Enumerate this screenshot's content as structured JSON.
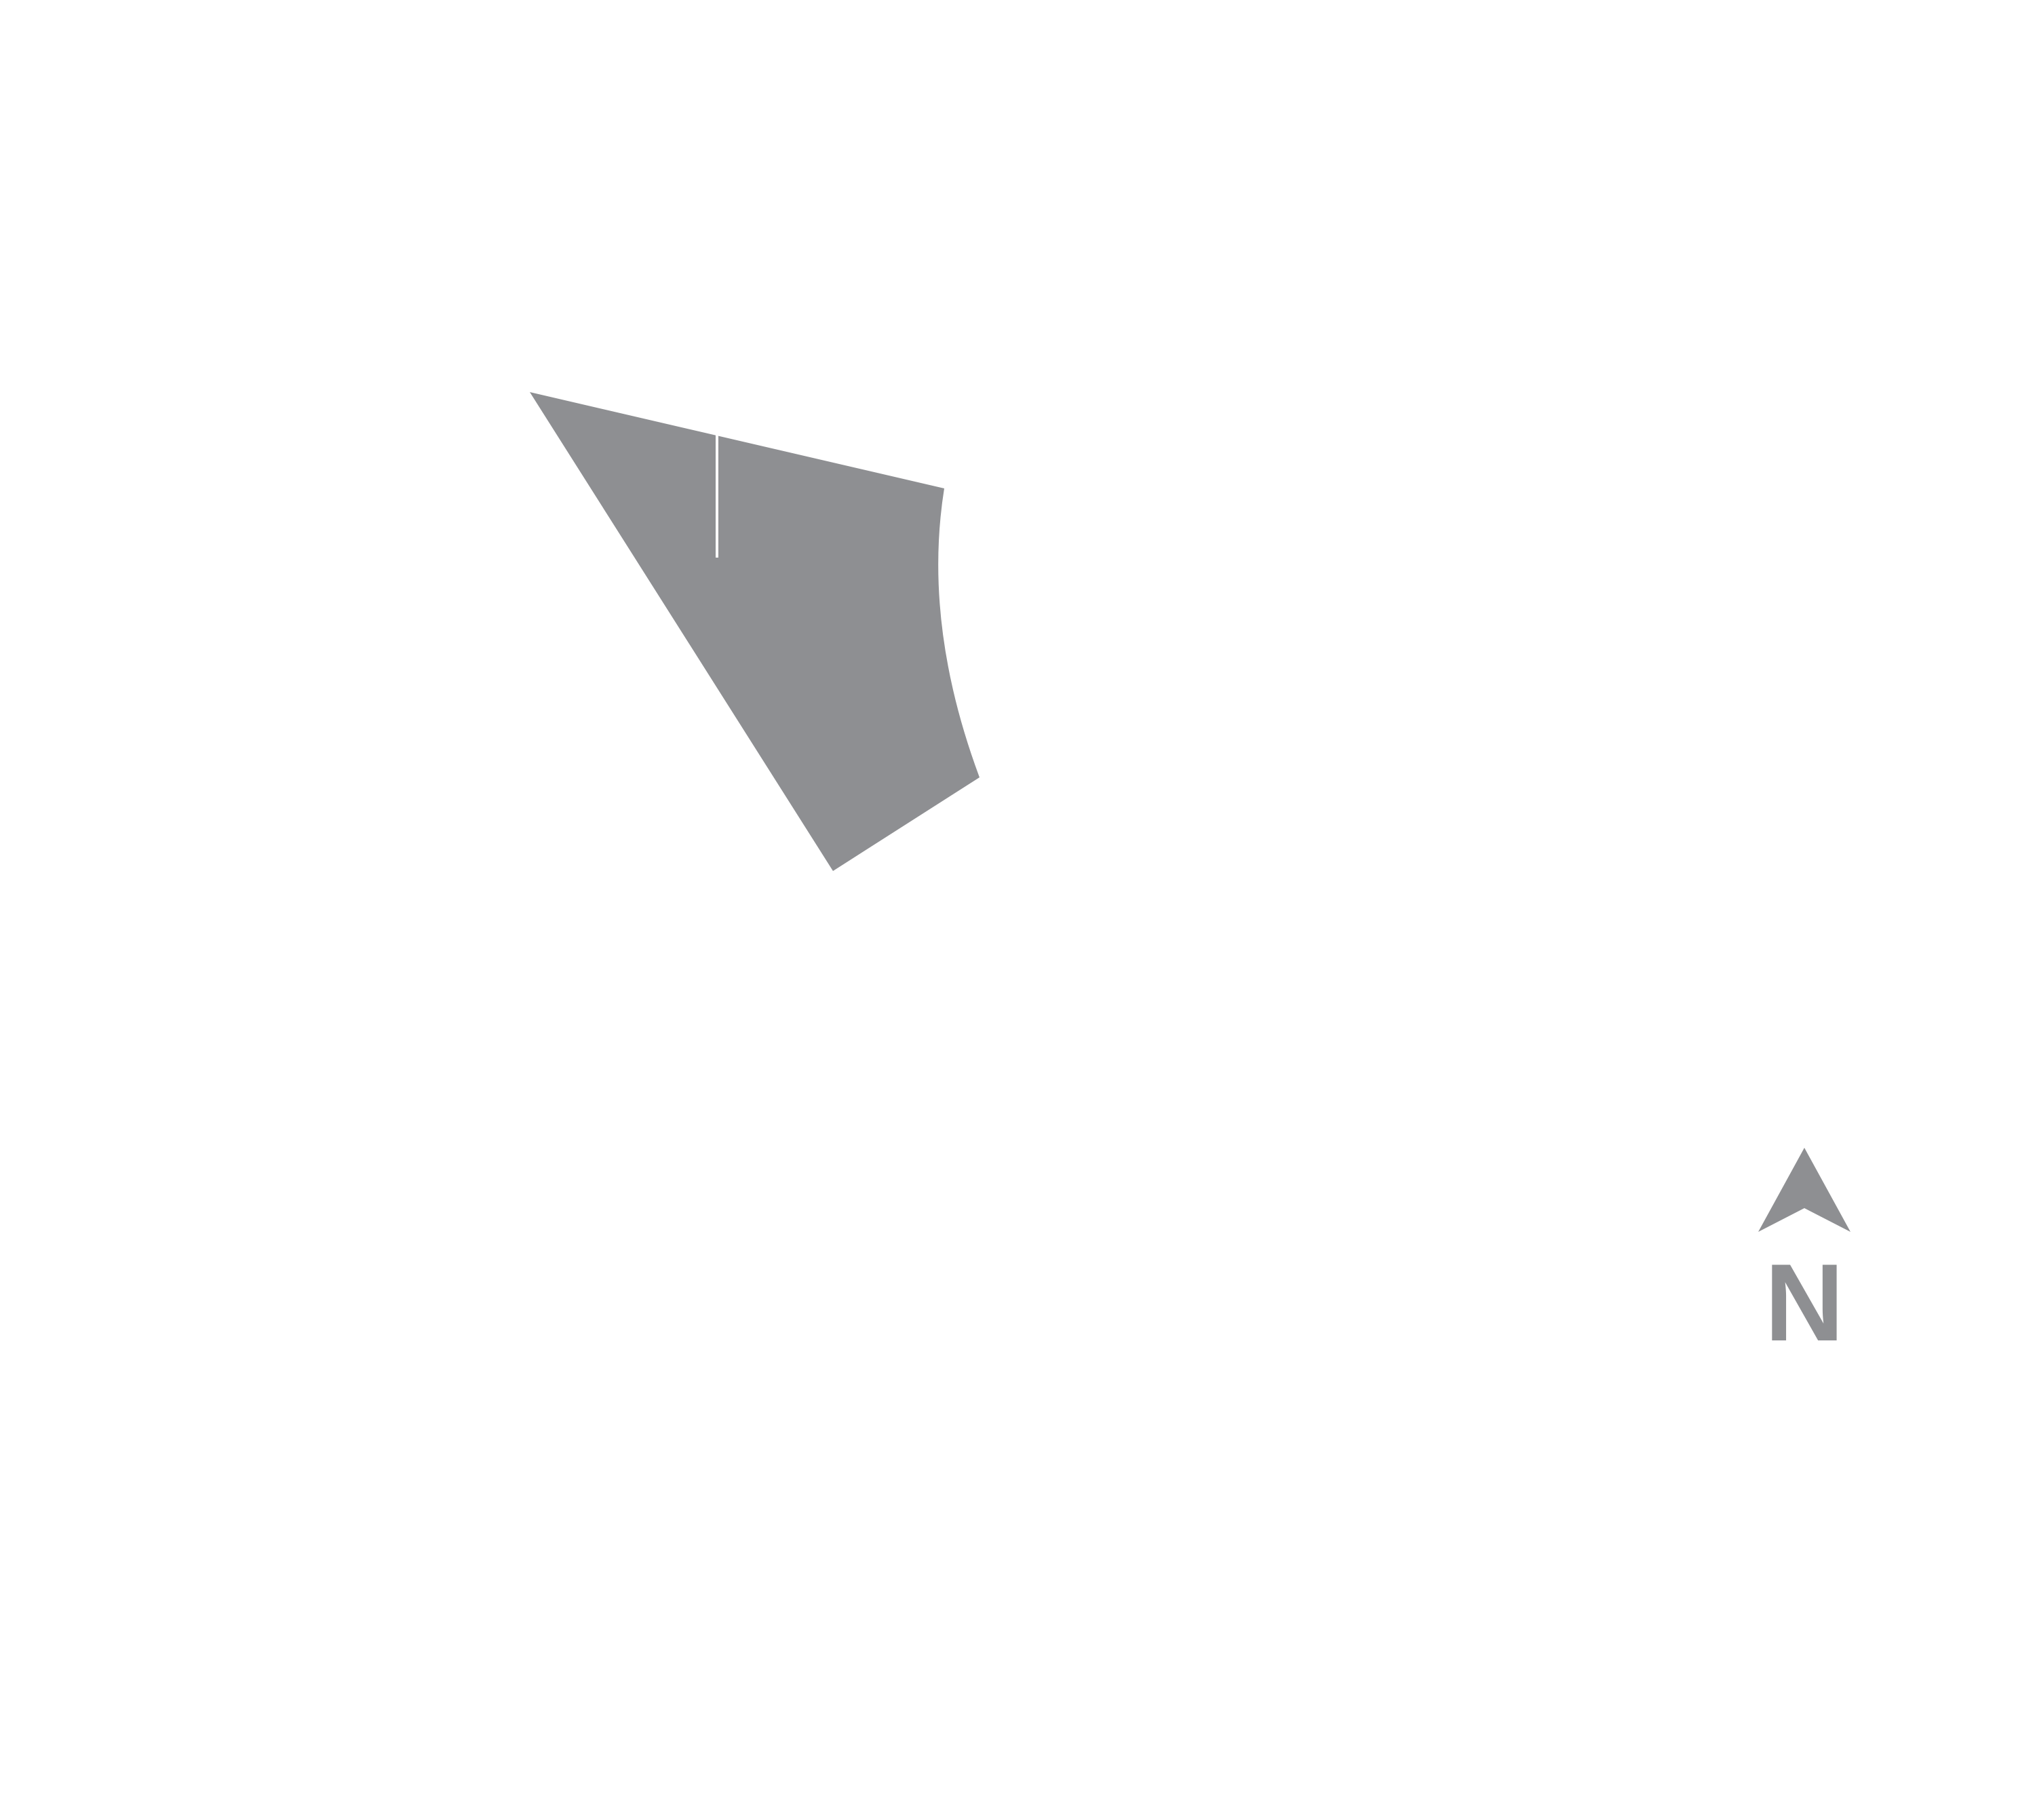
{
  "map": {
    "parcel": {
      "name": "site-parcel",
      "fill": "#8e8f92"
    },
    "divider": {
      "name": "parcel-divider-line",
      "color": "#ffffff"
    },
    "north_arrow": {
      "label": "N",
      "color": "#8e8f92"
    },
    "background": "#ffffff"
  }
}
